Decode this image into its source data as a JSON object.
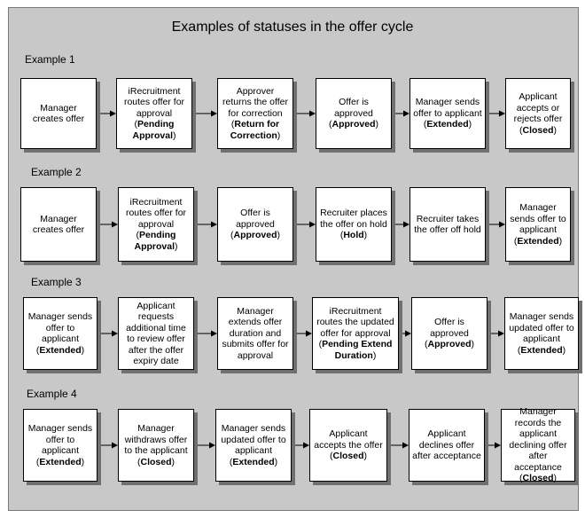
{
  "title": "Examples of statuses in the offer cycle",
  "examples": [
    {
      "label": "Example 1",
      "steps": [
        {
          "text": "Manager creates offer",
          "status": ""
        },
        {
          "text": "iRecruitment routes offer for approval",
          "status": "Pending Approval"
        },
        {
          "text": "Approver returns the offer for correction",
          "status": "Return for Correction"
        },
        {
          "text": "Offer is approved",
          "status": "Approved"
        },
        {
          "text": "Manager sends offer to applicant",
          "status": "Extended"
        },
        {
          "text": "Applicant accepts or rejects offer",
          "status": "Closed"
        }
      ]
    },
    {
      "label": "Example 2",
      "steps": [
        {
          "text": "Manager creates offer",
          "status": ""
        },
        {
          "text": "iRecruitment routes offer for approval",
          "status": "Pending Approval"
        },
        {
          "text": "Offer is approved",
          "status": "Approved"
        },
        {
          "text": "Recruiter places the offer on hold",
          "status": "Hold"
        },
        {
          "text": "Recruiter takes the offer off hold",
          "status": ""
        },
        {
          "text": "Manager sends offer to applicant",
          "status": "Extended"
        }
      ]
    },
    {
      "label": "Example 3",
      "steps": [
        {
          "text": "Manager sends offer to applicant",
          "status": "Extended"
        },
        {
          "text": "Applicant requests additional time to review offer after the offer expiry date",
          "status": ""
        },
        {
          "text": "Manager extends offer duration and submits offer for approval",
          "status": ""
        },
        {
          "text": "iRecruitment routes the updated offer for approval",
          "status": "Pending Extend Duration"
        },
        {
          "text": "Offer is approved",
          "status": "Approved"
        },
        {
          "text": "Manager sends updated offer to applicant",
          "status": "Extended"
        }
      ]
    },
    {
      "label": "Example 4",
      "steps": [
        {
          "text": "Manager sends offer to applicant",
          "status": "Extended"
        },
        {
          "text": "Manager withdraws offer to the applicant",
          "status": "Closed"
        },
        {
          "text": "Manager sends updated offer to applicant",
          "status": "Extended"
        },
        {
          "text": "Applicant accepts the offer",
          "status": "Closed"
        },
        {
          "text": "Applicant declines offer after acceptance",
          "status": ""
        },
        {
          "text": "Manager records the applicant declining offer after acceptance",
          "status": "Closed"
        }
      ]
    }
  ]
}
